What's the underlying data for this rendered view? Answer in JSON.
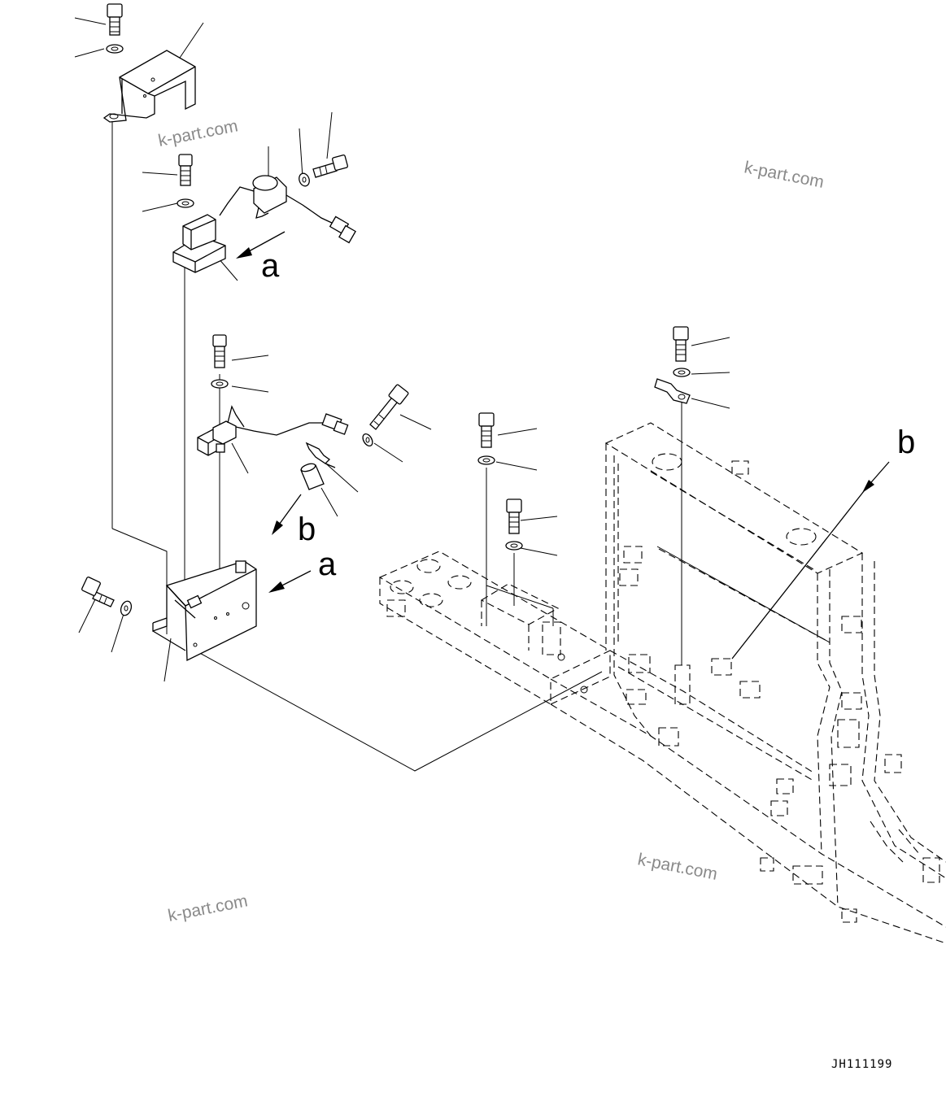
{
  "diagram": {
    "callout_letters": {
      "a_upper": "a",
      "a_lower": "a",
      "b_left": "b",
      "b_right": "b"
    },
    "watermarks": [
      "k-part.com",
      "k-part.com",
      "k-part.com",
      "k-part.com"
    ],
    "drawing_code": "JH111199"
  }
}
